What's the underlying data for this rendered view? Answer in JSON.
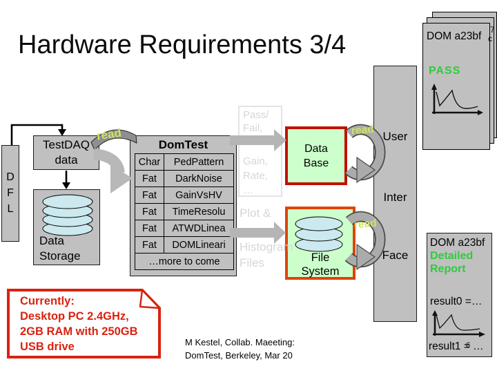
{
  "slide": {
    "title": "Hardware Requirements 3/4",
    "page_number": "6"
  },
  "footer": {
    "line1": "M Kestel, Collab. Maeeting:",
    "line2": "DomTest, Berkeley, Mar 20"
  },
  "colors": {
    "box_gray": "#c0c0c0",
    "arrow_gray": "#b5b5b5",
    "green_fill": "#ccffcc",
    "database_border": "#c21000",
    "filesystem_border": "#e04400",
    "pass_green": "#2ecc3a",
    "note_red": "#da2210",
    "read_label_green": "#cde465",
    "faint_gray": "#d6d6d6",
    "cylinder_blue": "#cbe9ee"
  },
  "dfl": {
    "letters": [
      "D",
      "F",
      "L"
    ]
  },
  "testdaq": {
    "line1": "TestDAQ",
    "line2": "data"
  },
  "data_storage": {
    "line1": "Data",
    "line2": "Storage"
  },
  "read_arrows": {
    "testdaq_to_domtest": "read",
    "database_to_ui": "read",
    "filesystem_to_ui": "read"
  },
  "domtest": {
    "title": "DomTest",
    "rows": [
      [
        "Char",
        "PedPattern"
      ],
      [
        "Fat",
        "DarkNoise"
      ],
      [
        "Fat",
        "GainVsHV"
      ],
      [
        "Fat",
        "TimeResolu"
      ],
      [
        "Fat",
        "ATWDLinea"
      ],
      [
        "Fat",
        "DOMLineari"
      ]
    ],
    "more_row": "…more to come"
  },
  "domtest_outputs": {
    "passfail_lines": [
      "Pass/",
      "Fail,",
      "Gain,",
      "Rate,",
      "…"
    ],
    "plot_lines": [
      "Plot &",
      "Histogram",
      "Files"
    ]
  },
  "database": {
    "line1": "Data",
    "line2": "Base"
  },
  "filesystem": {
    "line1": "File",
    "line2": "System"
  },
  "user_interface": {
    "labels": [
      "User",
      "Inter",
      "Face"
    ]
  },
  "pass_card": {
    "title": "DOM a23bf",
    "status": "PASS",
    "peek_top": "7",
    "peek_bottom": "c"
  },
  "report_card": {
    "title": "DOM a23bf",
    "detail_line1": "Detailed",
    "detail_line2": "Report",
    "result0": "result0 =…",
    "result1": "result1 = …"
  },
  "note": {
    "lines": [
      "Currently:",
      "Desktop PC 2.4GHz,",
      "2GB RAM with 250GB",
      "USB drive"
    ]
  }
}
